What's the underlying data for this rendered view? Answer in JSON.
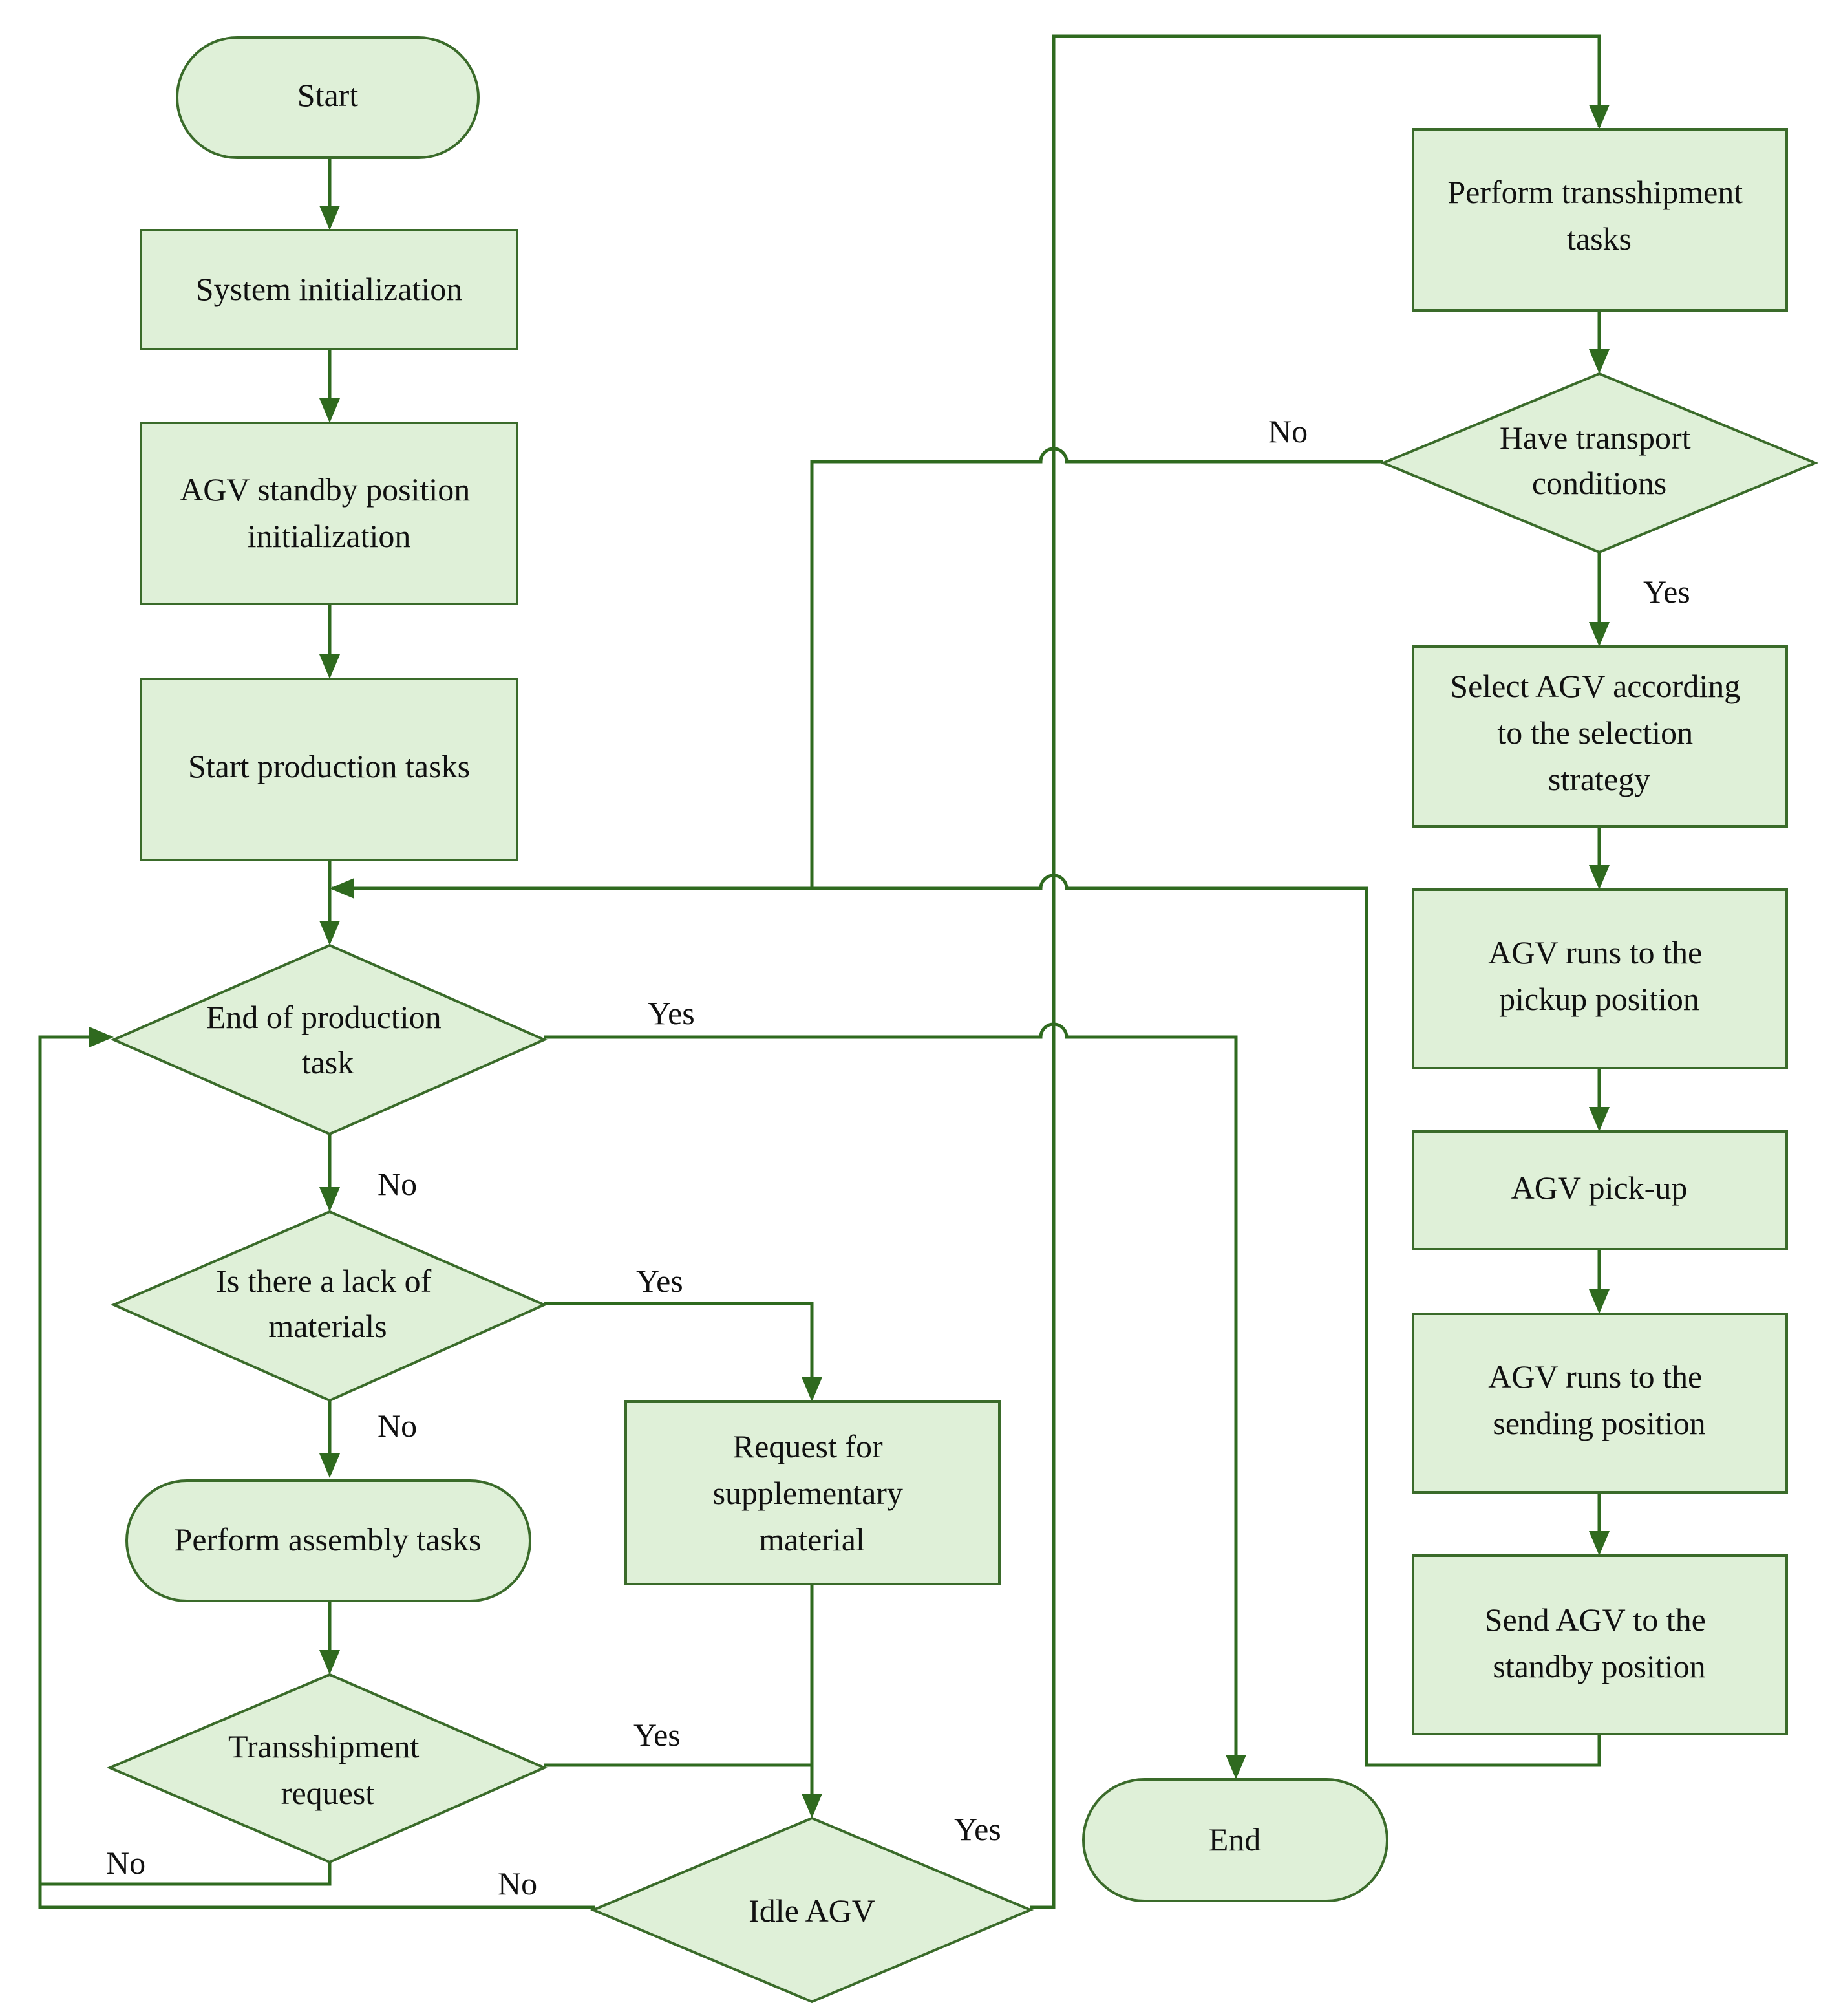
{
  "colors": {
    "node_fill": "#dff0d8",
    "node_stroke": "#3a6b2a",
    "edge": "#2f6a1f"
  },
  "nodes": {
    "start": {
      "shape": "terminal",
      "lines": [
        "Start"
      ]
    },
    "system_init": {
      "shape": "process",
      "lines": [
        "System initialization"
      ]
    },
    "standby_init": {
      "shape": "process",
      "lines": [
        "AGV standby position",
        "initialization"
      ]
    },
    "start_production": {
      "shape": "process",
      "lines": [
        "Start production tasks"
      ]
    },
    "end_production": {
      "shape": "decision",
      "lines": [
        "End of production",
        "task"
      ]
    },
    "lack_materials": {
      "shape": "decision",
      "lines": [
        "Is there a lack of",
        "materials"
      ]
    },
    "assembly": {
      "shape": "terminal",
      "lines": [
        "Perform assembly tasks"
      ]
    },
    "transship_request": {
      "shape": "decision",
      "lines": [
        "Transshipment",
        "request"
      ]
    },
    "request_material": {
      "shape": "process",
      "lines": [
        "Request for",
        "supplementary",
        "material"
      ]
    },
    "idle_agv": {
      "shape": "decision",
      "lines": [
        "Idle AGV"
      ]
    },
    "end": {
      "shape": "terminal",
      "lines": [
        "End"
      ]
    },
    "perform_transship": {
      "shape": "process",
      "lines": [
        "Perform transshipment",
        "tasks"
      ]
    },
    "transport_conditions": {
      "shape": "decision",
      "lines": [
        "Have transport",
        "conditions"
      ]
    },
    "select_agv": {
      "shape": "process",
      "lines": [
        "Select AGV according",
        "to the selection",
        "strategy"
      ]
    },
    "run_pickup": {
      "shape": "process",
      "lines": [
        "AGV runs to the",
        "pickup position"
      ]
    },
    "pickup": {
      "shape": "process",
      "lines": [
        "AGV pick-up"
      ]
    },
    "run_sending": {
      "shape": "process",
      "lines": [
        "AGV runs to the",
        "sending position"
      ]
    },
    "send_standby": {
      "shape": "process",
      "lines": [
        "Send AGV to the",
        "standby position"
      ]
    }
  },
  "edge_labels": {
    "end_production_yes": "Yes",
    "end_production_no": "No",
    "lack_materials_yes": "Yes",
    "lack_materials_no": "No",
    "transship_request_yes": "Yes",
    "transship_request_no": "No",
    "idle_agv_yes": "Yes",
    "idle_agv_no": "No",
    "transport_conditions_no": "No",
    "transport_conditions_yes": "Yes"
  }
}
